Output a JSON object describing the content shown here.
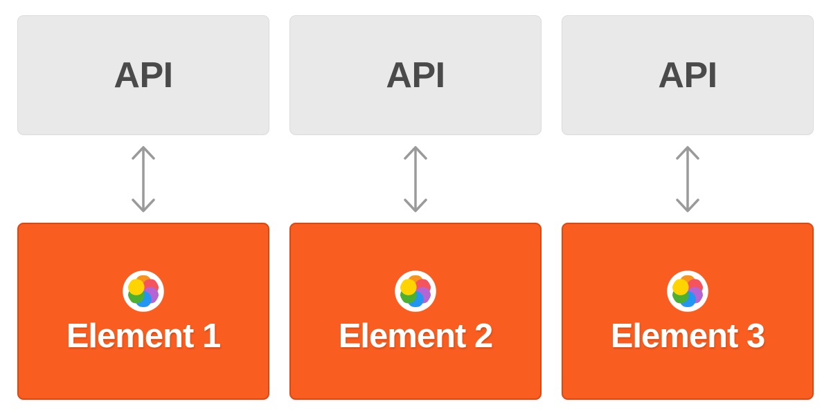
{
  "diagram": {
    "title": "API to Element connection diagram",
    "columns": [
      {
        "api": {
          "label": "API"
        },
        "connector": {
          "icon": "double-headed-vertical-arrow"
        },
        "element": {
          "label": "Element 1",
          "icon": "macos-spinner-icon"
        }
      },
      {
        "api": {
          "label": "API"
        },
        "connector": {
          "icon": "double-headed-vertical-arrow"
        },
        "element": {
          "label": "Element 2",
          "icon": "macos-spinner-icon"
        }
      },
      {
        "api": {
          "label": "API"
        },
        "connector": {
          "icon": "double-headed-vertical-arrow"
        },
        "element": {
          "label": "Element 3",
          "icon": "macos-spinner-icon"
        }
      }
    ]
  },
  "colors": {
    "background": "#ffffff",
    "api_card_fill": "#e9e9e9",
    "api_card_border": "#dcdcdc",
    "api_label": "#4a4a4a",
    "element_card_fill": "#f95e20",
    "element_card_border": "#d94a13",
    "element_label": "#ffffff",
    "arrow": "#9a9a9a",
    "spinner_ring": "#ffffff",
    "spinner_orange": "#f7941e",
    "spinner_red": "#f5545c",
    "spinner_purple": "#b564d4",
    "spinner_blue": "#2196f3",
    "spinner_green": "#4caf2f",
    "spinner_yellow": "#ffd400"
  }
}
